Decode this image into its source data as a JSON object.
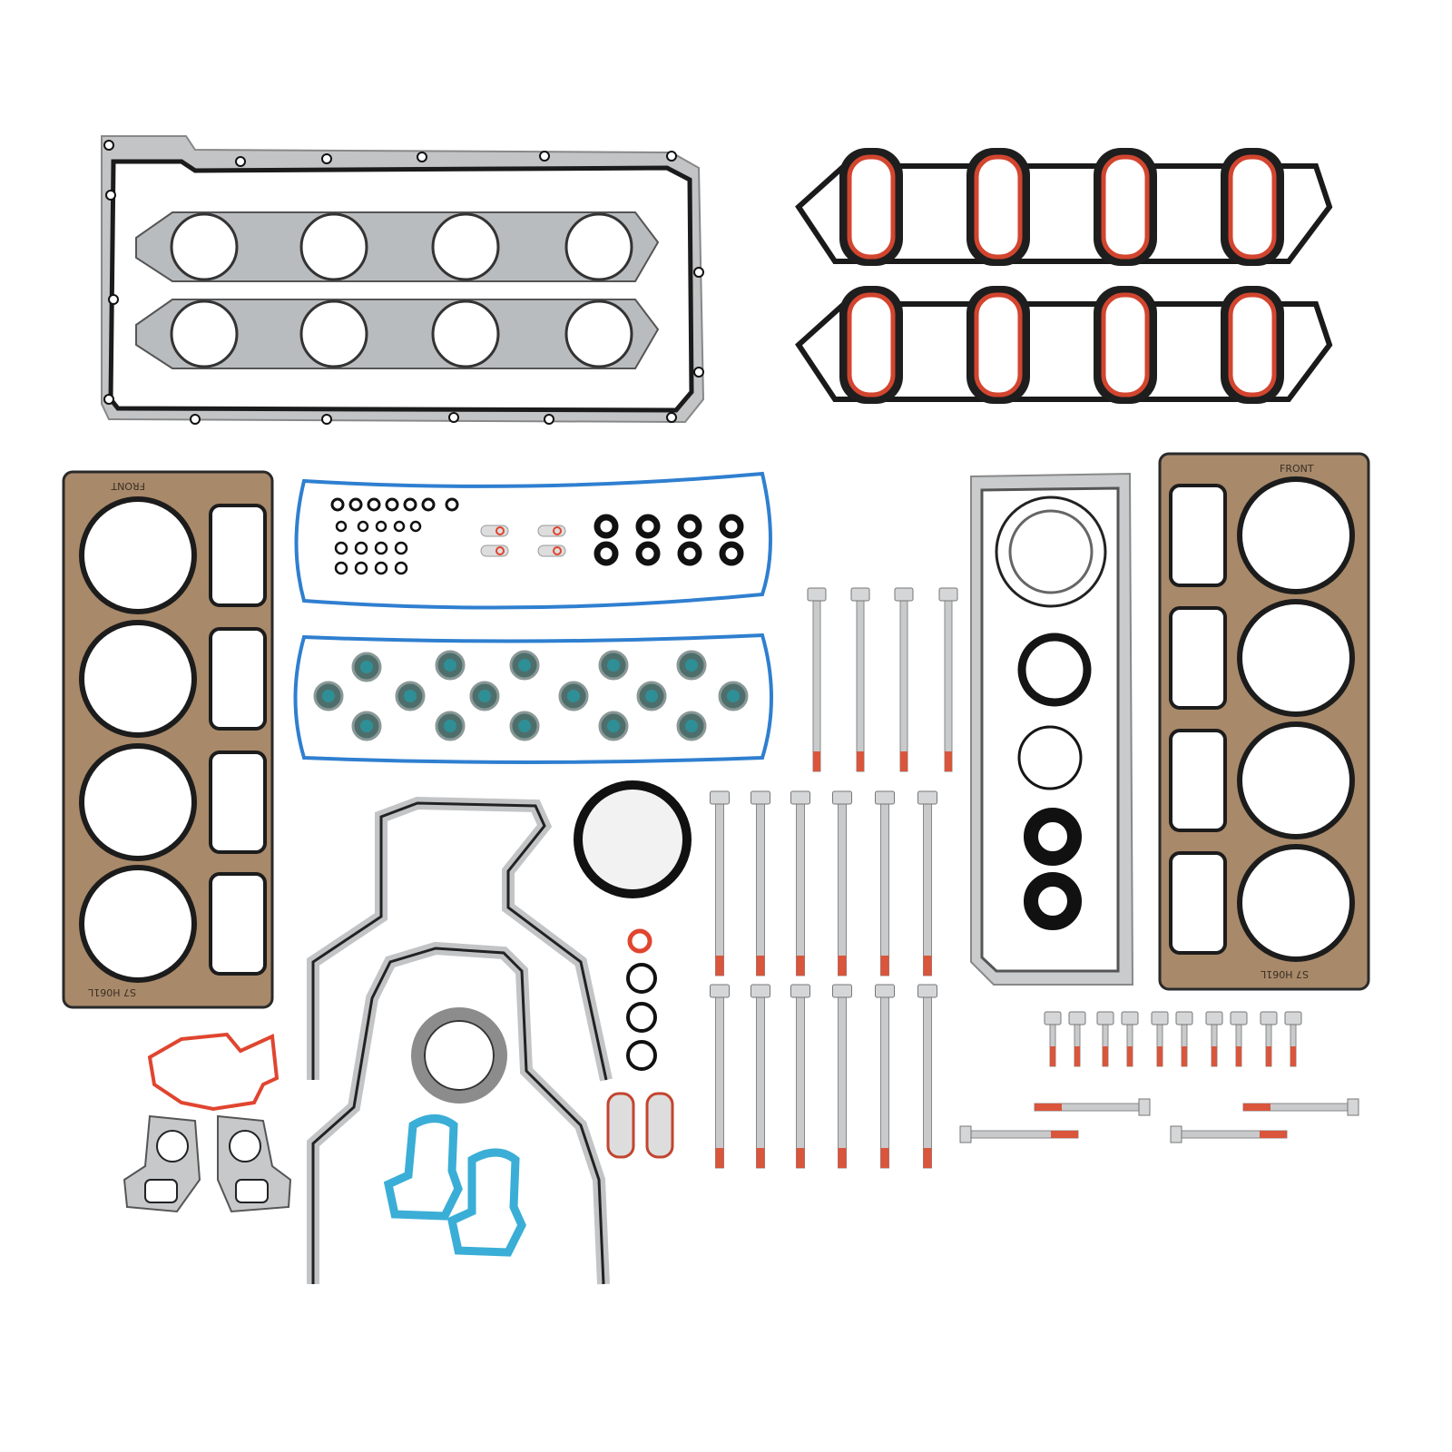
{
  "product": {
    "kind": "engine gasket kit photo",
    "colors": {
      "background": "#ffffff",
      "steel": "#b9bcbf",
      "bead": "#1c1c1c",
      "head_gasket": "#a8896a",
      "intake_rim": "#d2452f",
      "blue_gasket": "#2f7fd0",
      "seal_teal": "#2e8f96",
      "thread_lock": "#d9553c",
      "teal_gasket": "#3aaed6",
      "red_gasket": "#e0452f"
    },
    "stamps": {
      "left_head_top": "FRONT",
      "left_head_bottom": "S7 H061L",
      "right_head_top": "FRONT",
      "right_head_bottom": "S7 H061L"
    }
  }
}
